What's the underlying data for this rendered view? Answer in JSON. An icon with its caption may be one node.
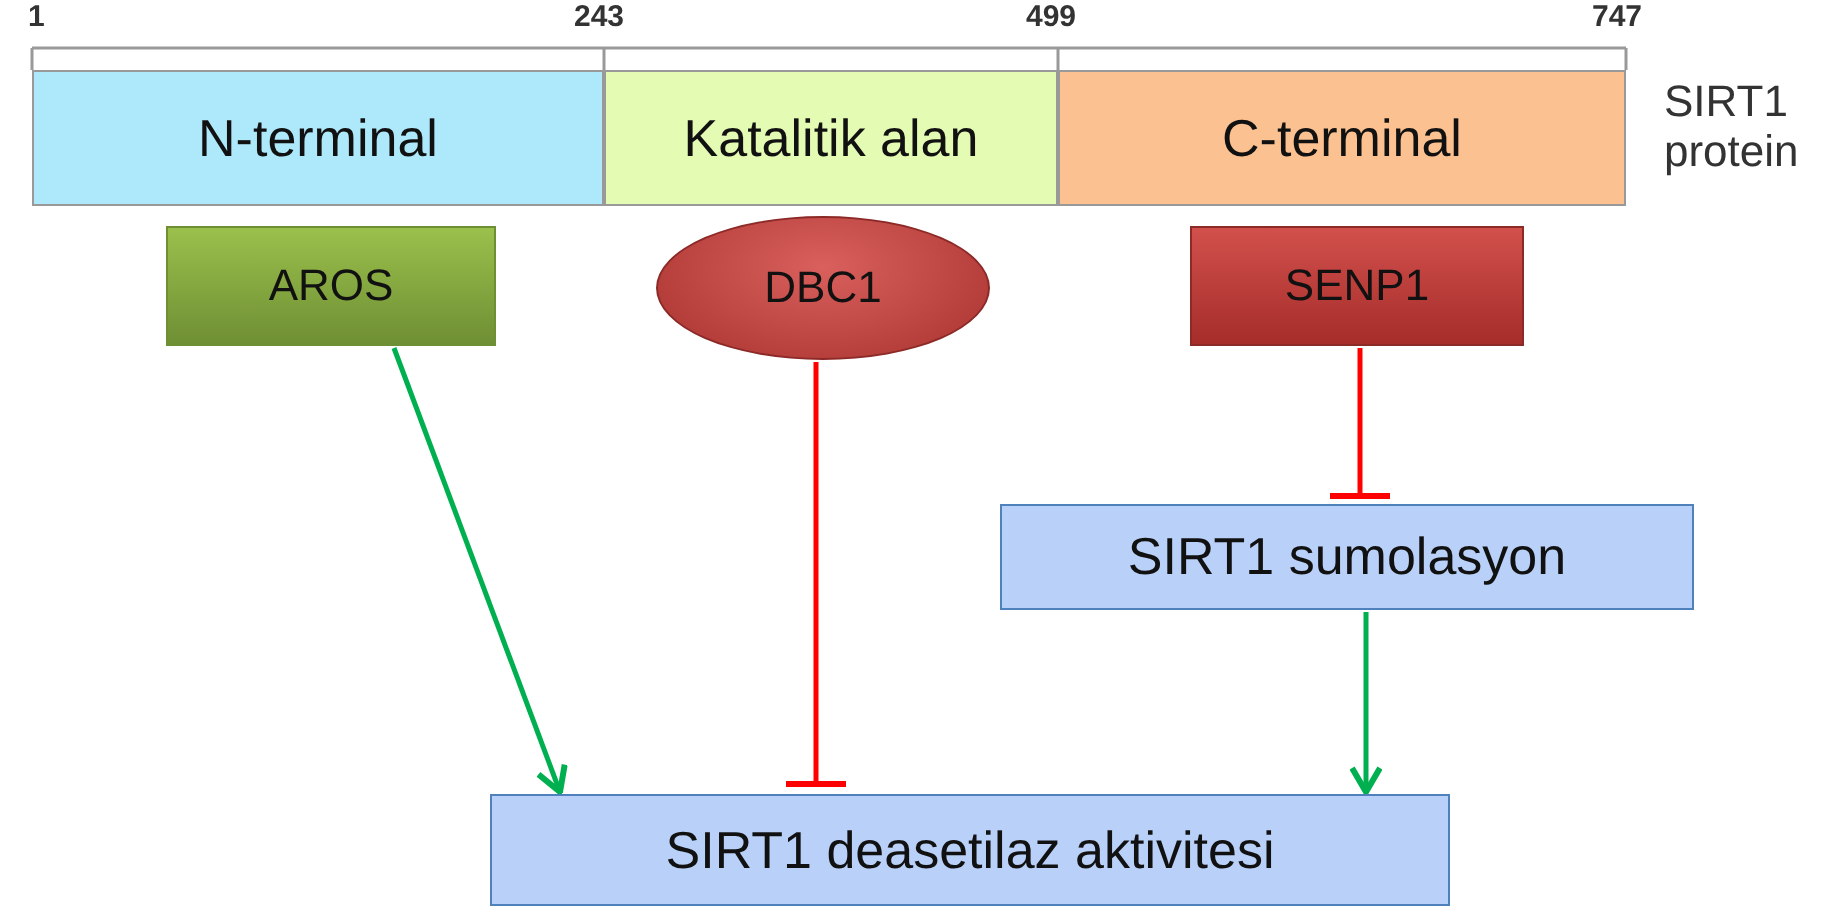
{
  "diagram": {
    "nodes": [
      {
        "text": [
          "N-terminal"
        ]
      },
      {
        "text": [
          "Katalitik alan"
        ]
      },
      {
        "text": [
          "C-terminal"
        ]
      },
      {
        "text": [
          "AROS"
        ]
      },
      {
        "text": [
          "DBC1"
        ]
      },
      {
        "text": [
          "SENP1"
        ]
      },
      {
        "text": [
          "SIRT1 sumolasyon"
        ]
      },
      {
        "text": [
          "SIRT1 deasetilaz aktivitesi"
        ]
      }
    ],
    "edges": [
      {
        "from": 3,
        "to": 7,
        "arrow": "to",
        "color": "#00b050"
      },
      {
        "from": 4,
        "to": 7,
        "arrow": "other",
        "color": "#ff0000"
      },
      {
        "from": 5,
        "to": 6,
        "arrow": "other",
        "color": "#ff0000"
      },
      {
        "from": 6,
        "to": 7,
        "arrow": "to",
        "color": "#00b050"
      }
    ],
    "labels": [
      "1",
      "243",
      "499",
      "747",
      "SIRT1 protein"
    ]
  }
}
